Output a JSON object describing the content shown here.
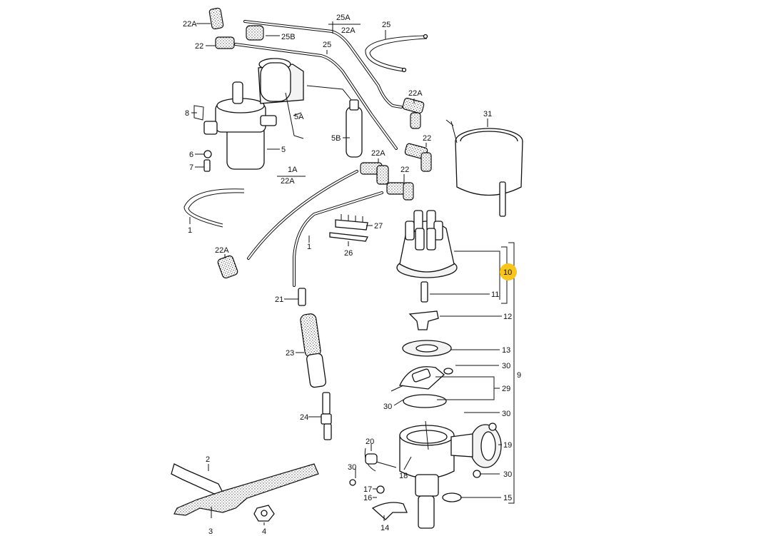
{
  "diagram": {
    "labels": {
      "l_22A_top": "22A",
      "l_22_top": "22",
      "l_25B": "25B",
      "l_25A": "25A",
      "l_22A_sub": "22A",
      "l_25_top": "25",
      "l_25_mid": "25",
      "l_5A": "5A",
      "l_5B": "5B",
      "l_8": "8",
      "l_5": "5",
      "l_6": "6",
      "l_7": "7",
      "l_22A_r": "22A",
      "l_22_r": "22",
      "l_31": "31",
      "l_1A": "1A",
      "l_22A_1A": "22A",
      "l_22A_mid": "22A",
      "l_22_mid": "22",
      "l_1_left": "1",
      "l_27": "27",
      "l_26": "26",
      "l_22A_low": "22A",
      "l_1_mid": "1",
      "l_10": "10",
      "l_11": "11",
      "l_21": "21",
      "l_12": "12",
      "l_13": "13",
      "l_30_a": "30",
      "l_9": "9",
      "l_23": "23",
      "l_29": "29",
      "l_30_b": "30",
      "l_30_c": "30",
      "l_24": "24",
      "l_19": "19",
      "l_20": "20",
      "l_2": "2",
      "l_30_d": "30",
      "l_18": "18",
      "l_30_e": "30",
      "l_17": "17",
      "l_16": "16",
      "l_15": "15",
      "l_3": "3",
      "l_4": "4",
      "l_14": "14"
    },
    "highlight_color": "#f7c51e",
    "highlighted_label": "10"
  }
}
